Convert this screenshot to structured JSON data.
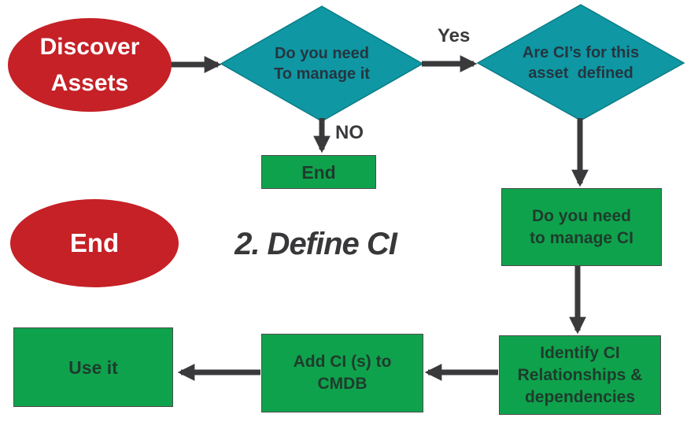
{
  "colors": {
    "red": "#c52127",
    "teal": "#0f97a3",
    "teal-border": "#0c7d88",
    "green": "#0fa24c",
    "green-border": "#4b4b4d",
    "arrow": "#3a3a3c",
    "dark-text": "#243640",
    "box-text": "#1e3c2d",
    "white-text": "#ffffff",
    "title-text": "#38383a"
  },
  "title": "2. Define CI",
  "nodes": {
    "discover_assets": {
      "line1": "Discover",
      "line2": "Assets"
    },
    "decision_manage_it": {
      "line1": "Do you need",
      "line2": "To manage it"
    },
    "decision_cis_defined": {
      "line1": "Are CI’s for this",
      "line2": "asset  defined"
    },
    "end_process": {
      "line1": "End"
    },
    "end_terminator": {
      "line1": "End"
    },
    "manage_ci": {
      "line1": "Do you need",
      "line2": "to manage CI"
    },
    "identify_ci": {
      "line1": "Identify CI",
      "line2": "Relationships &",
      "line3": "dependencies"
    },
    "add_ci": {
      "line1": "Add CI (s) to",
      "line2": "CMDB"
    },
    "use_it": {
      "line1": "Use it"
    }
  },
  "edge_labels": {
    "yes": "Yes",
    "no": "NO"
  }
}
